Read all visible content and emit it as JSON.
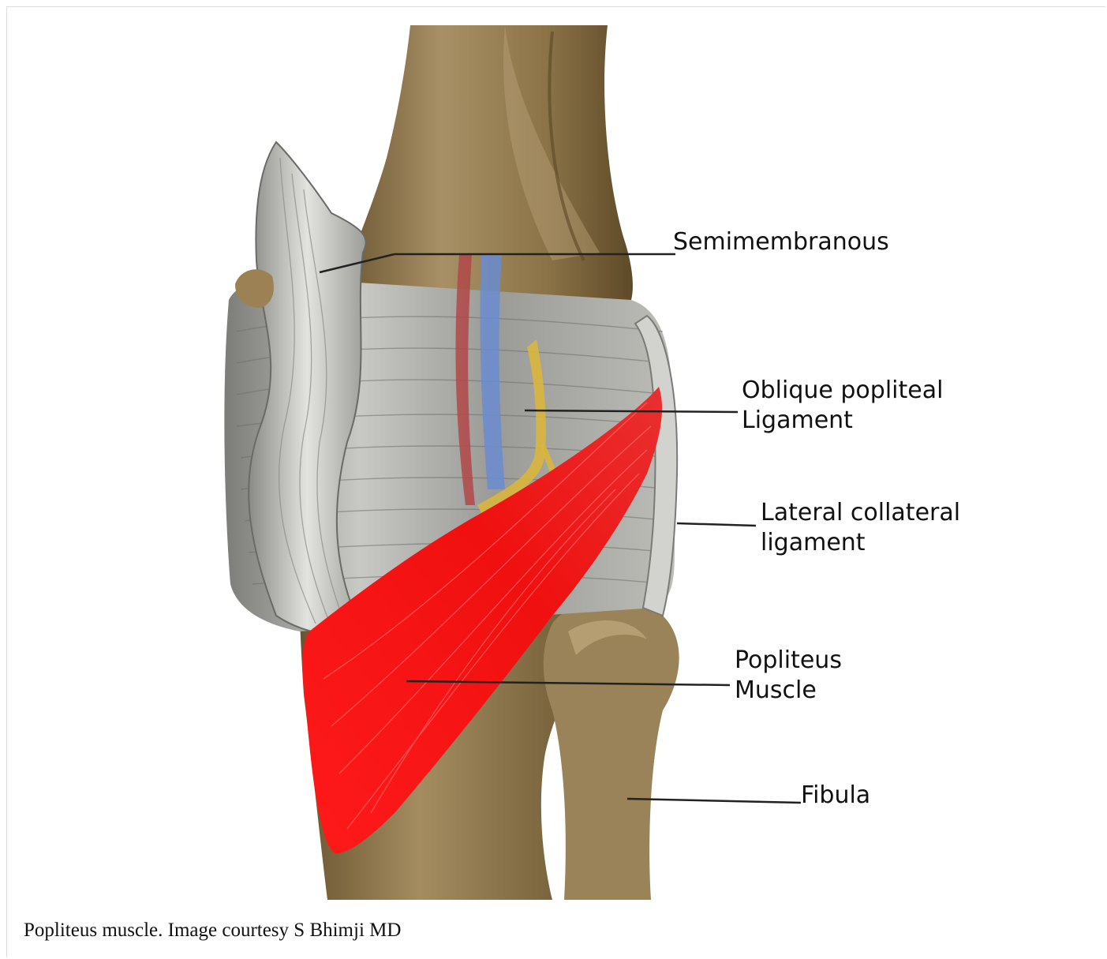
{
  "figure": {
    "labels": {
      "semimembranous": "Semimembranous",
      "oblique_line1": "Oblique popliteal",
      "oblique_line2": "Ligament",
      "lateral_line1": "Lateral collateral",
      "lateral_line2": "ligament",
      "popliteus_line1": "Popliteus",
      "popliteus_line2": "Muscle",
      "fibula": "Fibula"
    },
    "caption": "Popliteus muscle. Image courtesy S Bhimji MD"
  },
  "colors": {
    "bone": "#a08a5c",
    "bone_dark": "#6e5a34",
    "ligament": "#b4b4b0",
    "muscle": "#f01414",
    "artery": "#b84a4a",
    "vein": "#6f8fcf",
    "nerve": "#d8b840",
    "leader": "#222222"
  }
}
